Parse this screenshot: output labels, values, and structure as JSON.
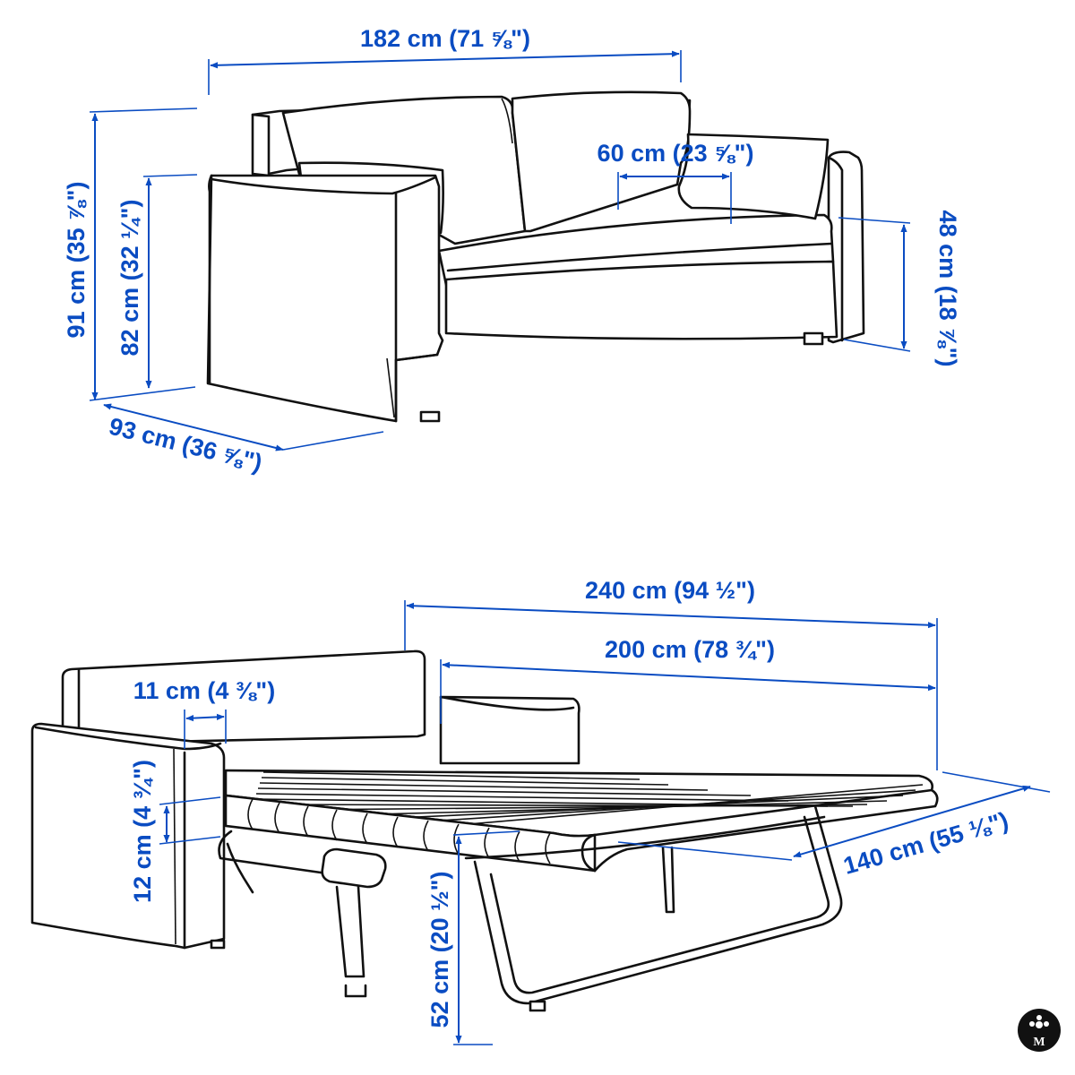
{
  "colors": {
    "dimension": "#0a4cc2",
    "outline": "#111111",
    "background": "#ffffff"
  },
  "sofa": {
    "width": "182 cm (71 ⅝\")",
    "height_total": "91 cm (35 ⅞\")",
    "height_armrest": "82 cm (32 ¼\")",
    "depth": "93 cm (36 ⅝\")",
    "seat_depth": "60 cm (23 ⅝\")",
    "seat_height": "48 cm (18 ⅞\")"
  },
  "bed": {
    "length_total": "240 cm (94 ½\")",
    "mattress_length": "200 cm (78 ¾\")",
    "armrest_width": "11 cm (4 ⅜\")",
    "mattress_thickness": "12 cm (4 ¾\")",
    "bed_height": "52 cm (20 ½\")",
    "bed_width": "140 cm (55 ⅛\")"
  },
  "logo": {
    "icon": "monogram-badge-icon",
    "text": "M"
  }
}
